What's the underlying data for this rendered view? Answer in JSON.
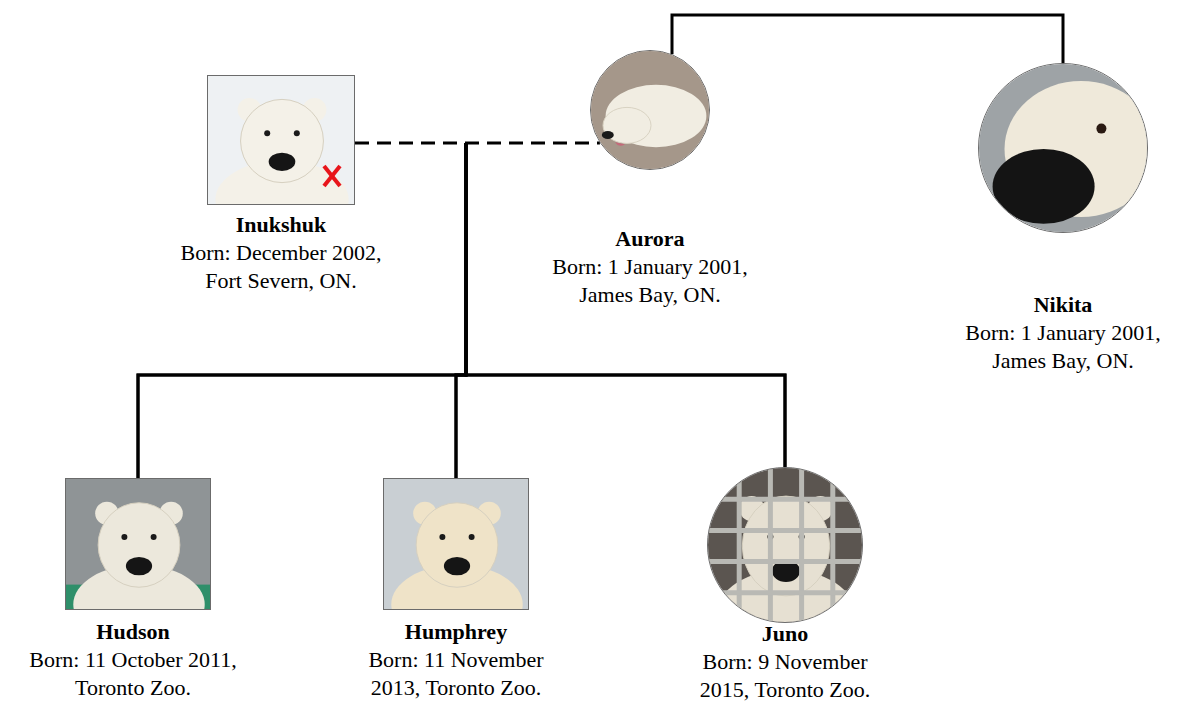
{
  "diagram": {
    "nodes": [
      {
        "text": [
          "Inukshuk",
          "Born: December 2002, Fort Severn, ON."
        ]
      },
      {
        "text": [
          "Aurora",
          "Born: 1 January 2001, James Bay, ON."
        ]
      },
      {
        "text": [
          "Nikita",
          "Born: 1 January 2001, James Bay, ON."
        ]
      },
      {
        "text": [
          "Hudson",
          "Born: 11 October 2011, Toronto Zoo."
        ]
      },
      {
        "text": [
          "Humphrey",
          "Born: 11 November 2013, Toronto Zoo."
        ]
      },
      {
        "text": [
          "Juno",
          "Born: 9 November 2015, Toronto Zoo."
        ]
      }
    ],
    "edges": [
      {
        "from": 0,
        "to": 1,
        "arrow": "none"
      },
      {
        "from": 1,
        "to": 2,
        "arrow": "none"
      },
      {
        "from": 0,
        "to": 3,
        "arrow": "none"
      },
      {
        "from": 0,
        "to": 4,
        "arrow": "none"
      },
      {
        "from": 0,
        "to": 5,
        "arrow": "none"
      },
      {
        "from": 1,
        "to": 3,
        "arrow": "none"
      },
      {
        "from": 1,
        "to": 4,
        "arrow": "none"
      },
      {
        "from": 1,
        "to": 5,
        "arrow": "none"
      }
    ]
  }
}
